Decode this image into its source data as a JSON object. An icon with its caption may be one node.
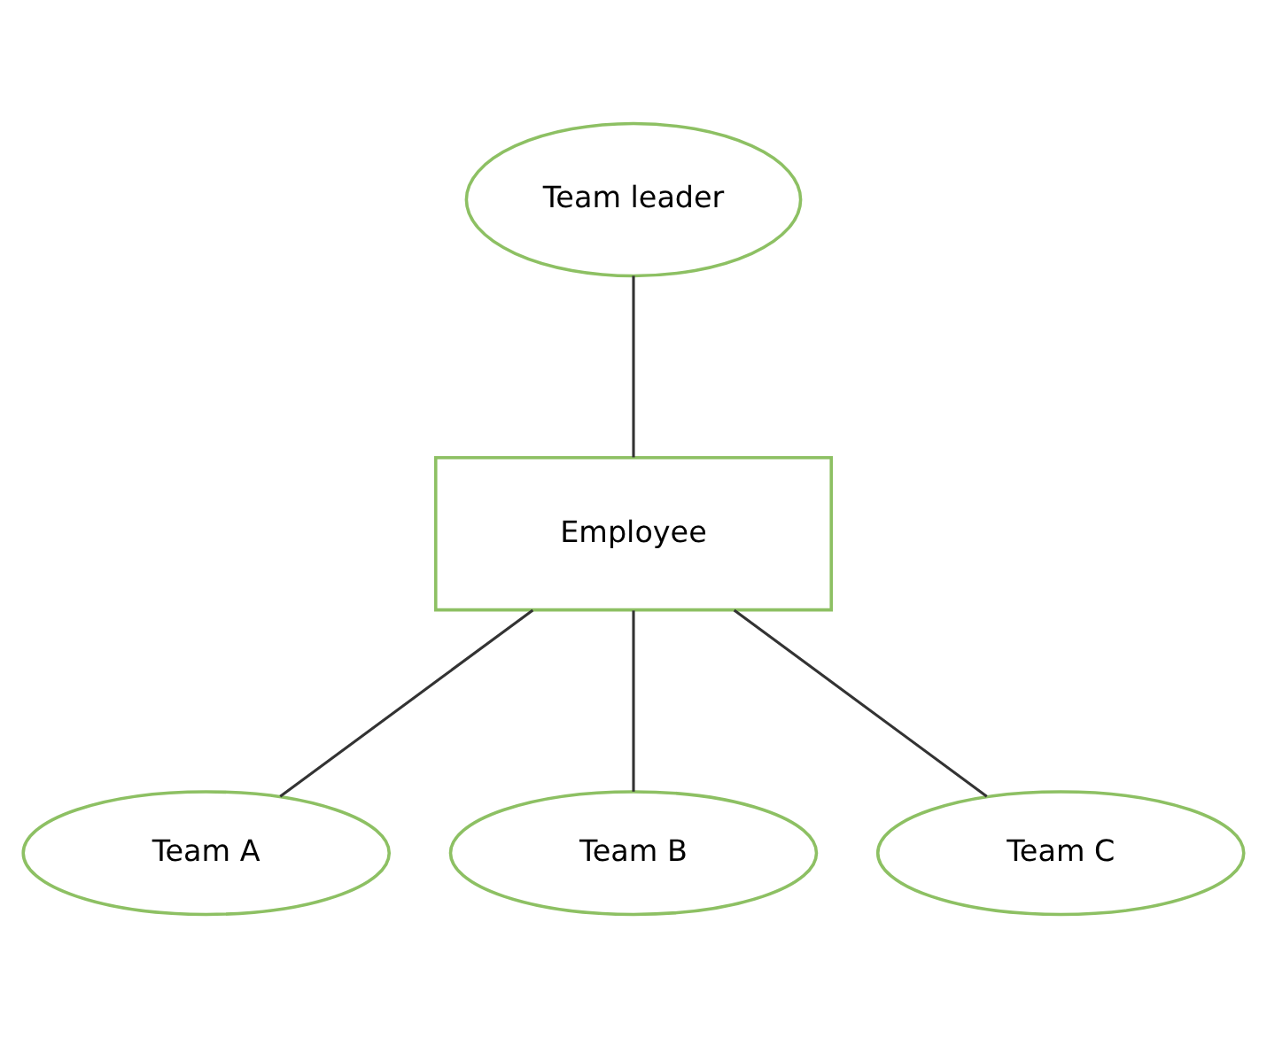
{
  "diagram": {
    "nodes": [
      {
        "text": [
          "Team leader"
        ]
      },
      {
        "text": [
          "Employee"
        ]
      },
      {
        "text": [
          "Team A"
        ]
      },
      {
        "text": [
          "Team B"
        ]
      },
      {
        "text": [
          "Team C"
        ]
      }
    ],
    "edges": [
      {
        "from": 0,
        "to": 1,
        "arrow": "none"
      },
      {
        "from": 1,
        "to": 2,
        "arrow": "none"
      },
      {
        "from": 1,
        "to": 3,
        "arrow": "none"
      },
      {
        "from": 1,
        "to": 4,
        "arrow": "none"
      }
    ]
  }
}
